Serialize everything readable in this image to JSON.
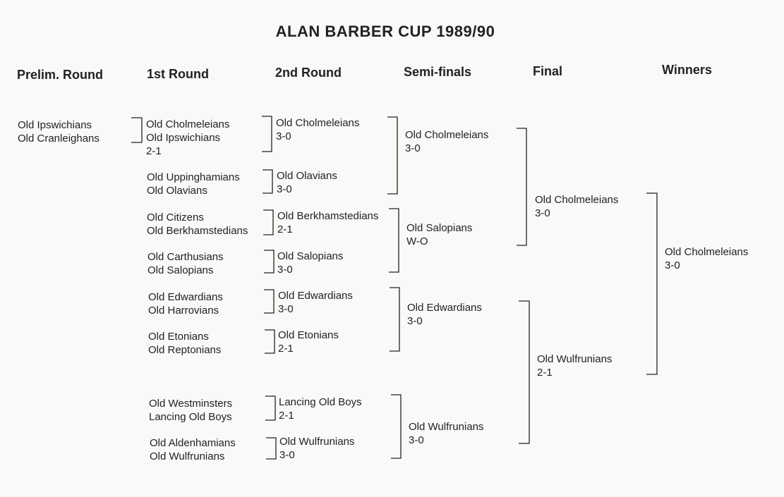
{
  "title": "ALAN BARBER CUP 1989/90",
  "headers": {
    "prelim": "Prelim. Round",
    "r1": "1st Round",
    "r2": "2nd Round",
    "semi": "Semi-finals",
    "final": "Final",
    "winners": "Winners"
  },
  "prelim": {
    "team1": "Old Ipswichians",
    "team2": "Old Cranleighans"
  },
  "r1": [
    {
      "team1": "Old Cholmeleians",
      "team2": "Old Ipswichians",
      "score": "2-1"
    },
    {
      "team1": "Old Uppinghamians",
      "team2": "Old Olavians"
    },
    {
      "team1": "Old Citizens",
      "team2": "Old Berkhamstedians"
    },
    {
      "team1": "Old Carthusians",
      "team2": "Old Salopians"
    },
    {
      "team1": "Old Edwardians",
      "team2": "Old Harrovians"
    },
    {
      "team1": "Old Etonians",
      "team2": "Old Reptonians"
    },
    {
      "team1": "Old Westminsters",
      "team2": "Lancing Old Boys"
    },
    {
      "team1": "Old Aldenhamians",
      "team2": "Old Wulfrunians"
    }
  ],
  "r2": [
    {
      "winner": "Old Cholmeleians",
      "score": "3-0"
    },
    {
      "winner": "Old Olavians",
      "score": "3-0"
    },
    {
      "winner": "Old Berkhamstedians",
      "score": "2-1"
    },
    {
      "winner": "Old Salopians",
      "score": "3-0"
    },
    {
      "winner": "Old Edwardians",
      "score": "3-0"
    },
    {
      "winner": "Old Etonians",
      "score": "2-1"
    },
    {
      "winner": "Lancing Old Boys",
      "score": "2-1"
    },
    {
      "winner": "Old Wulfrunians",
      "score": "3-0"
    }
  ],
  "semi": [
    {
      "winner": "Old Cholmeleians",
      "score": "3-0"
    },
    {
      "winner": "Old Salopians",
      "score": "W-O"
    },
    {
      "winner": "Old Edwardians",
      "score": "3-0"
    },
    {
      "winner": "Old Wulfrunians",
      "score": "3-0"
    }
  ],
  "final": [
    {
      "winner": "Old Cholmeleians",
      "score": "3-0"
    },
    {
      "winner": "Old Wulfrunians",
      "score": "2-1"
    }
  ],
  "champion": {
    "winner": "Old Cholmeleians",
    "score": "3-0"
  }
}
